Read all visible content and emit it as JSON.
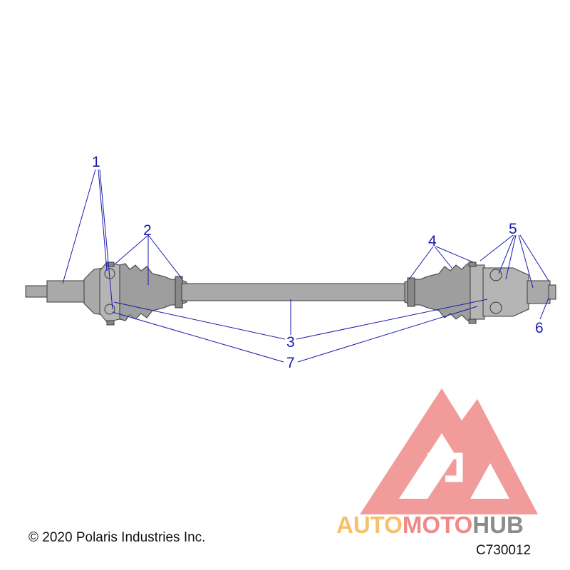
{
  "diagram": {
    "callouts": [
      "1",
      "2",
      "3",
      "4",
      "5",
      "6",
      "7"
    ],
    "line_color": "#1a1ab0",
    "part_fill": "#a9a9a9",
    "part_stroke": "#3a3a3a"
  },
  "footer": {
    "copyright": "© 2020 Polaris Industries Inc.",
    "figure_id": "C730012"
  },
  "watermark": {
    "part1": "AUTO",
    "part2": "MOTO",
    "part3": "HUB",
    "colors": {
      "auto": "#f5c26b",
      "moto": "#f08a8a",
      "hub": "#8c8c8c",
      "logo": "#f08a8a"
    }
  }
}
